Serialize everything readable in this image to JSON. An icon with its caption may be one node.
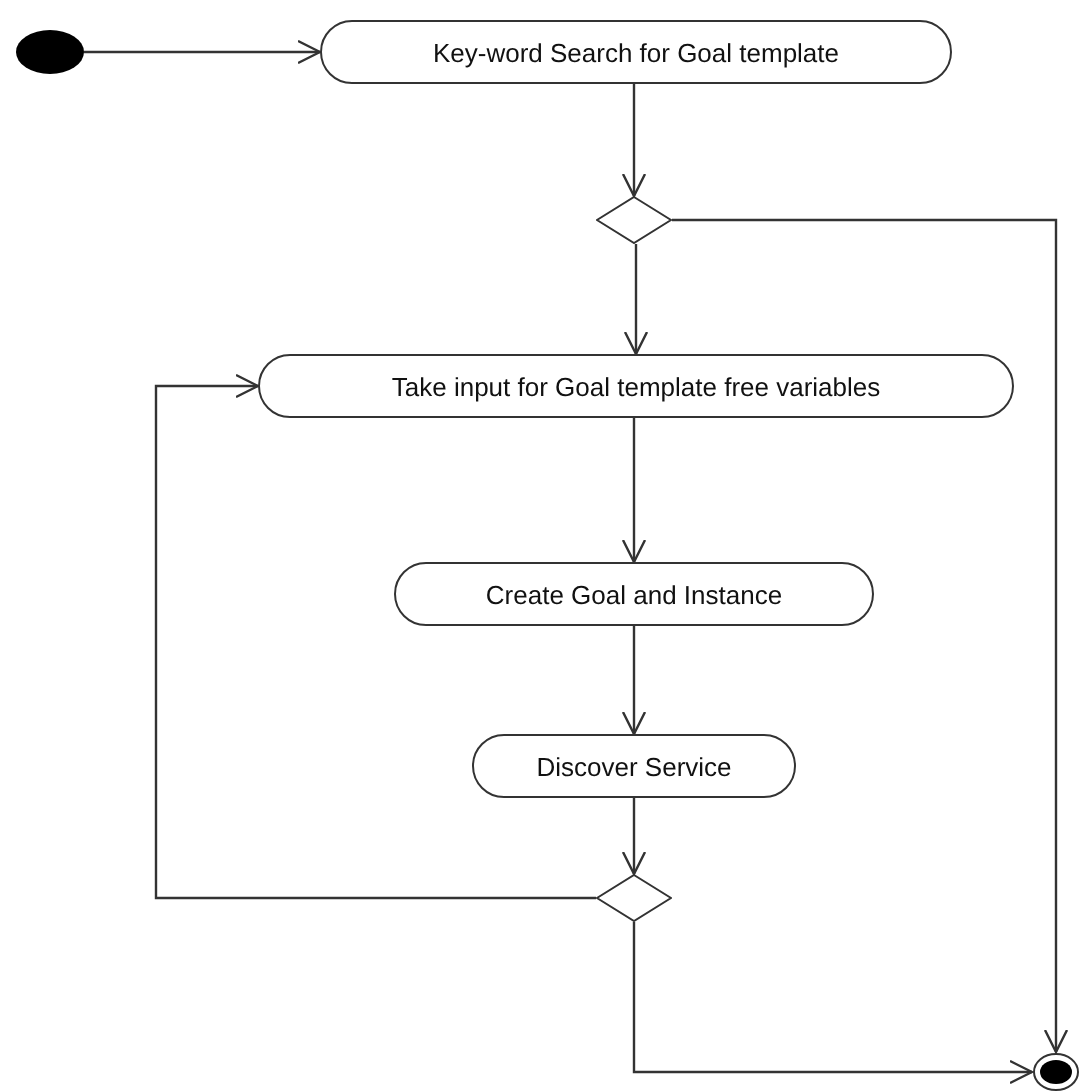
{
  "diagram": {
    "nodes": [
      {
        "text": [],
        "shape": "circle"
      },
      {
        "text": [
          "Key-word Search for Goal template"
        ]
      },
      {
        "text": [],
        "shape": "diamond"
      },
      {
        "text": [
          "Take input for Goal template free variables"
        ]
      },
      {
        "text": [
          "Create Goal and Instance"
        ]
      },
      {
        "text": [
          "Discover Service"
        ]
      },
      {
        "text": [],
        "shape": "diamond"
      },
      {
        "text": [],
        "shape": "circle"
      }
    ],
    "edges": [
      {
        "from": 0,
        "to": 1,
        "arrow": "to"
      },
      {
        "from": 1,
        "to": 2,
        "arrow": "to"
      },
      {
        "from": 2,
        "to": 3,
        "arrow": "to"
      },
      {
        "from": 2,
        "to": 7,
        "arrow": "to"
      },
      {
        "from": 3,
        "to": 4,
        "arrow": "to"
      },
      {
        "from": 4,
        "to": 5,
        "arrow": "to"
      },
      {
        "from": 5,
        "to": 6,
        "arrow": "to"
      },
      {
        "from": 6,
        "to": 3,
        "arrow": "to"
      },
      {
        "from": 6,
        "to": 7,
        "arrow": "to"
      }
    ]
  }
}
